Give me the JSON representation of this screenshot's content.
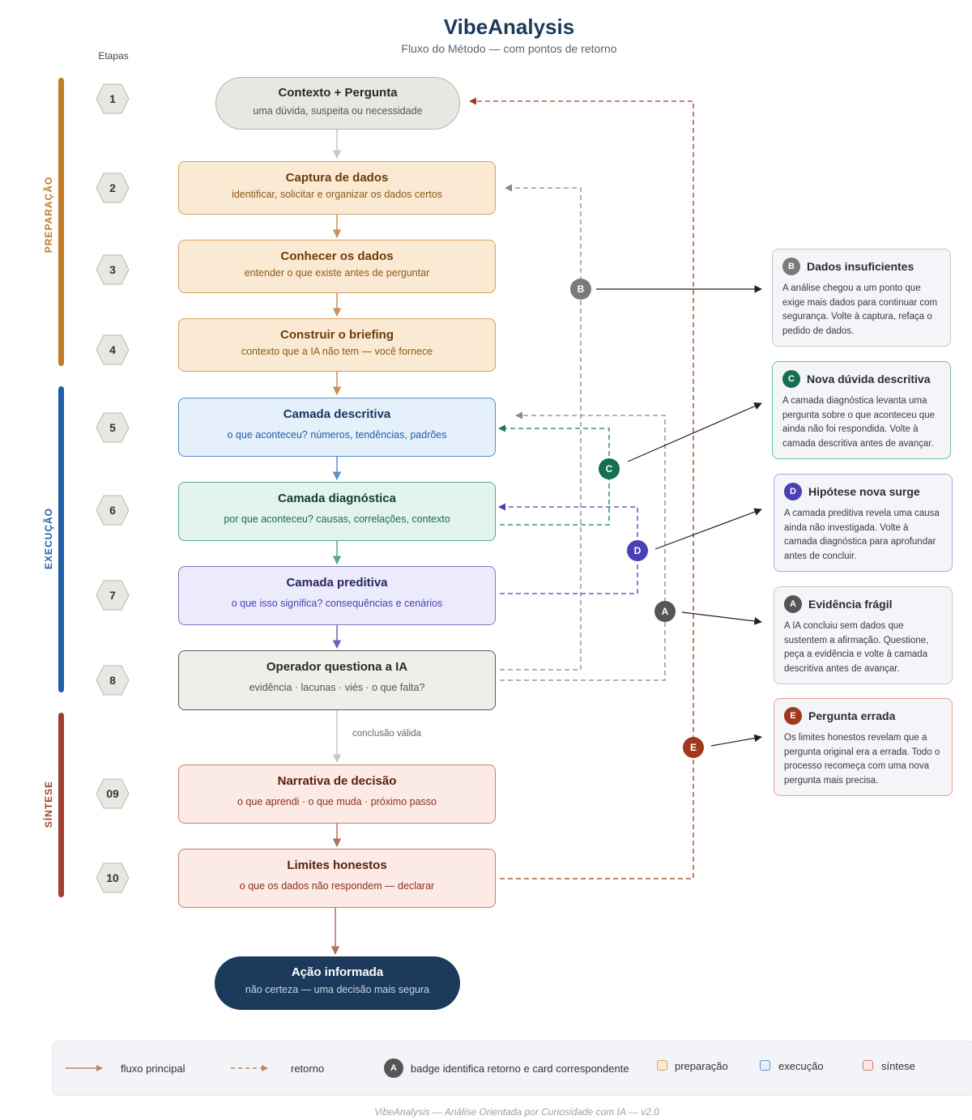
{
  "header": {
    "title": "VibeAnalysis",
    "subtitle": "Fluxo do Método — com pontos de retorno",
    "steps_label": "Etapas"
  },
  "phases": [
    {
      "label": "PREPARAÇÃO",
      "color": "#c07d25"
    },
    {
      "label": "EXECUÇÃO",
      "color": "#1f5fa8"
    },
    {
      "label": "SÍNTESE",
      "color": "#a0412d"
    }
  ],
  "step_numbers": [
    "1",
    "2",
    "3",
    "4",
    "5",
    "6",
    "7",
    "8",
    "09",
    "10"
  ],
  "steps": [
    {
      "title": "Contexto + Pergunta",
      "subtitle": "uma dúvida, suspeita ou necessidade"
    },
    {
      "title": "Captura de dados",
      "subtitle": "identificar, solicitar e organizar os dados certos"
    },
    {
      "title": "Conhecer os dados",
      "subtitle": "entender o que existe antes de perguntar"
    },
    {
      "title": "Construir o briefing",
      "subtitle": "contexto que a IA não tem — você fornece"
    },
    {
      "title": "Camada descritiva",
      "subtitle": "o que aconteceu? números, tendências, padrões"
    },
    {
      "title": "Camada diagnóstica",
      "subtitle": "por que aconteceu? causas, correlações, contexto"
    },
    {
      "title": "Camada preditiva",
      "subtitle": "o que isso significa? consequências e cenários"
    },
    {
      "title": "Operador questiona a IA",
      "subtitle": "evidência · lacunas · viés · o que falta?"
    },
    {
      "title": "Narrativa de decisão",
      "subtitle": "o que aprendi · o que muda · próximo passo"
    },
    {
      "title": "Limites honestos",
      "subtitle": "o que os dados não respondem — declarar"
    }
  ],
  "valid_conclusion_label": "conclusão válida",
  "final": {
    "title": "Ação informada",
    "subtitle": "não certeza — uma decisão mais segura"
  },
  "returns": [
    {
      "badge": "B",
      "color": "#7a7a7a",
      "title": "Dados insuficientes",
      "text": "A análise chegou a um ponto que exige mais dados para continuar com segurança. Volte à captura, refaça o pedido de dados."
    },
    {
      "badge": "C",
      "color": "#14704f",
      "title": "Nova dúvida descritiva",
      "text": "A camada diagnóstica levanta uma pergunta sobre o que aconteceu que ainda não foi respondida. Volte à camada descritiva antes de avançar."
    },
    {
      "badge": "D",
      "color": "#4a3fb5",
      "title": "Hipótese nova surge",
      "text": "A camada preditiva revela uma causa ainda não investigada. Volte à camada diagnóstica para aprofundar antes de concluir."
    },
    {
      "badge": "A",
      "color": "#555555",
      "title": "Evidência frágil",
      "text": "A IA concluiu sem dados que sustentem a afirmação. Questione, peça a evidência e volte à camada descritiva antes de avançar."
    },
    {
      "badge": "E",
      "color": "#a0391c",
      "title": "Pergunta errada",
      "text": "Os limites honestos revelam que a pergunta original era a errada. Todo o processo recomeça com uma nova pergunta mais precisa."
    }
  ],
  "legend": {
    "main_flow": "fluxo principal",
    "return": "retorno",
    "badge_letter": "A",
    "badge_text": "badge identifica retorno e card correspondente",
    "prep": "preparação",
    "exec": "execução",
    "synth": "síntese"
  },
  "footer": "VibeAnalysis — Análise Orientada por Curiosidade com IA — v2.0"
}
